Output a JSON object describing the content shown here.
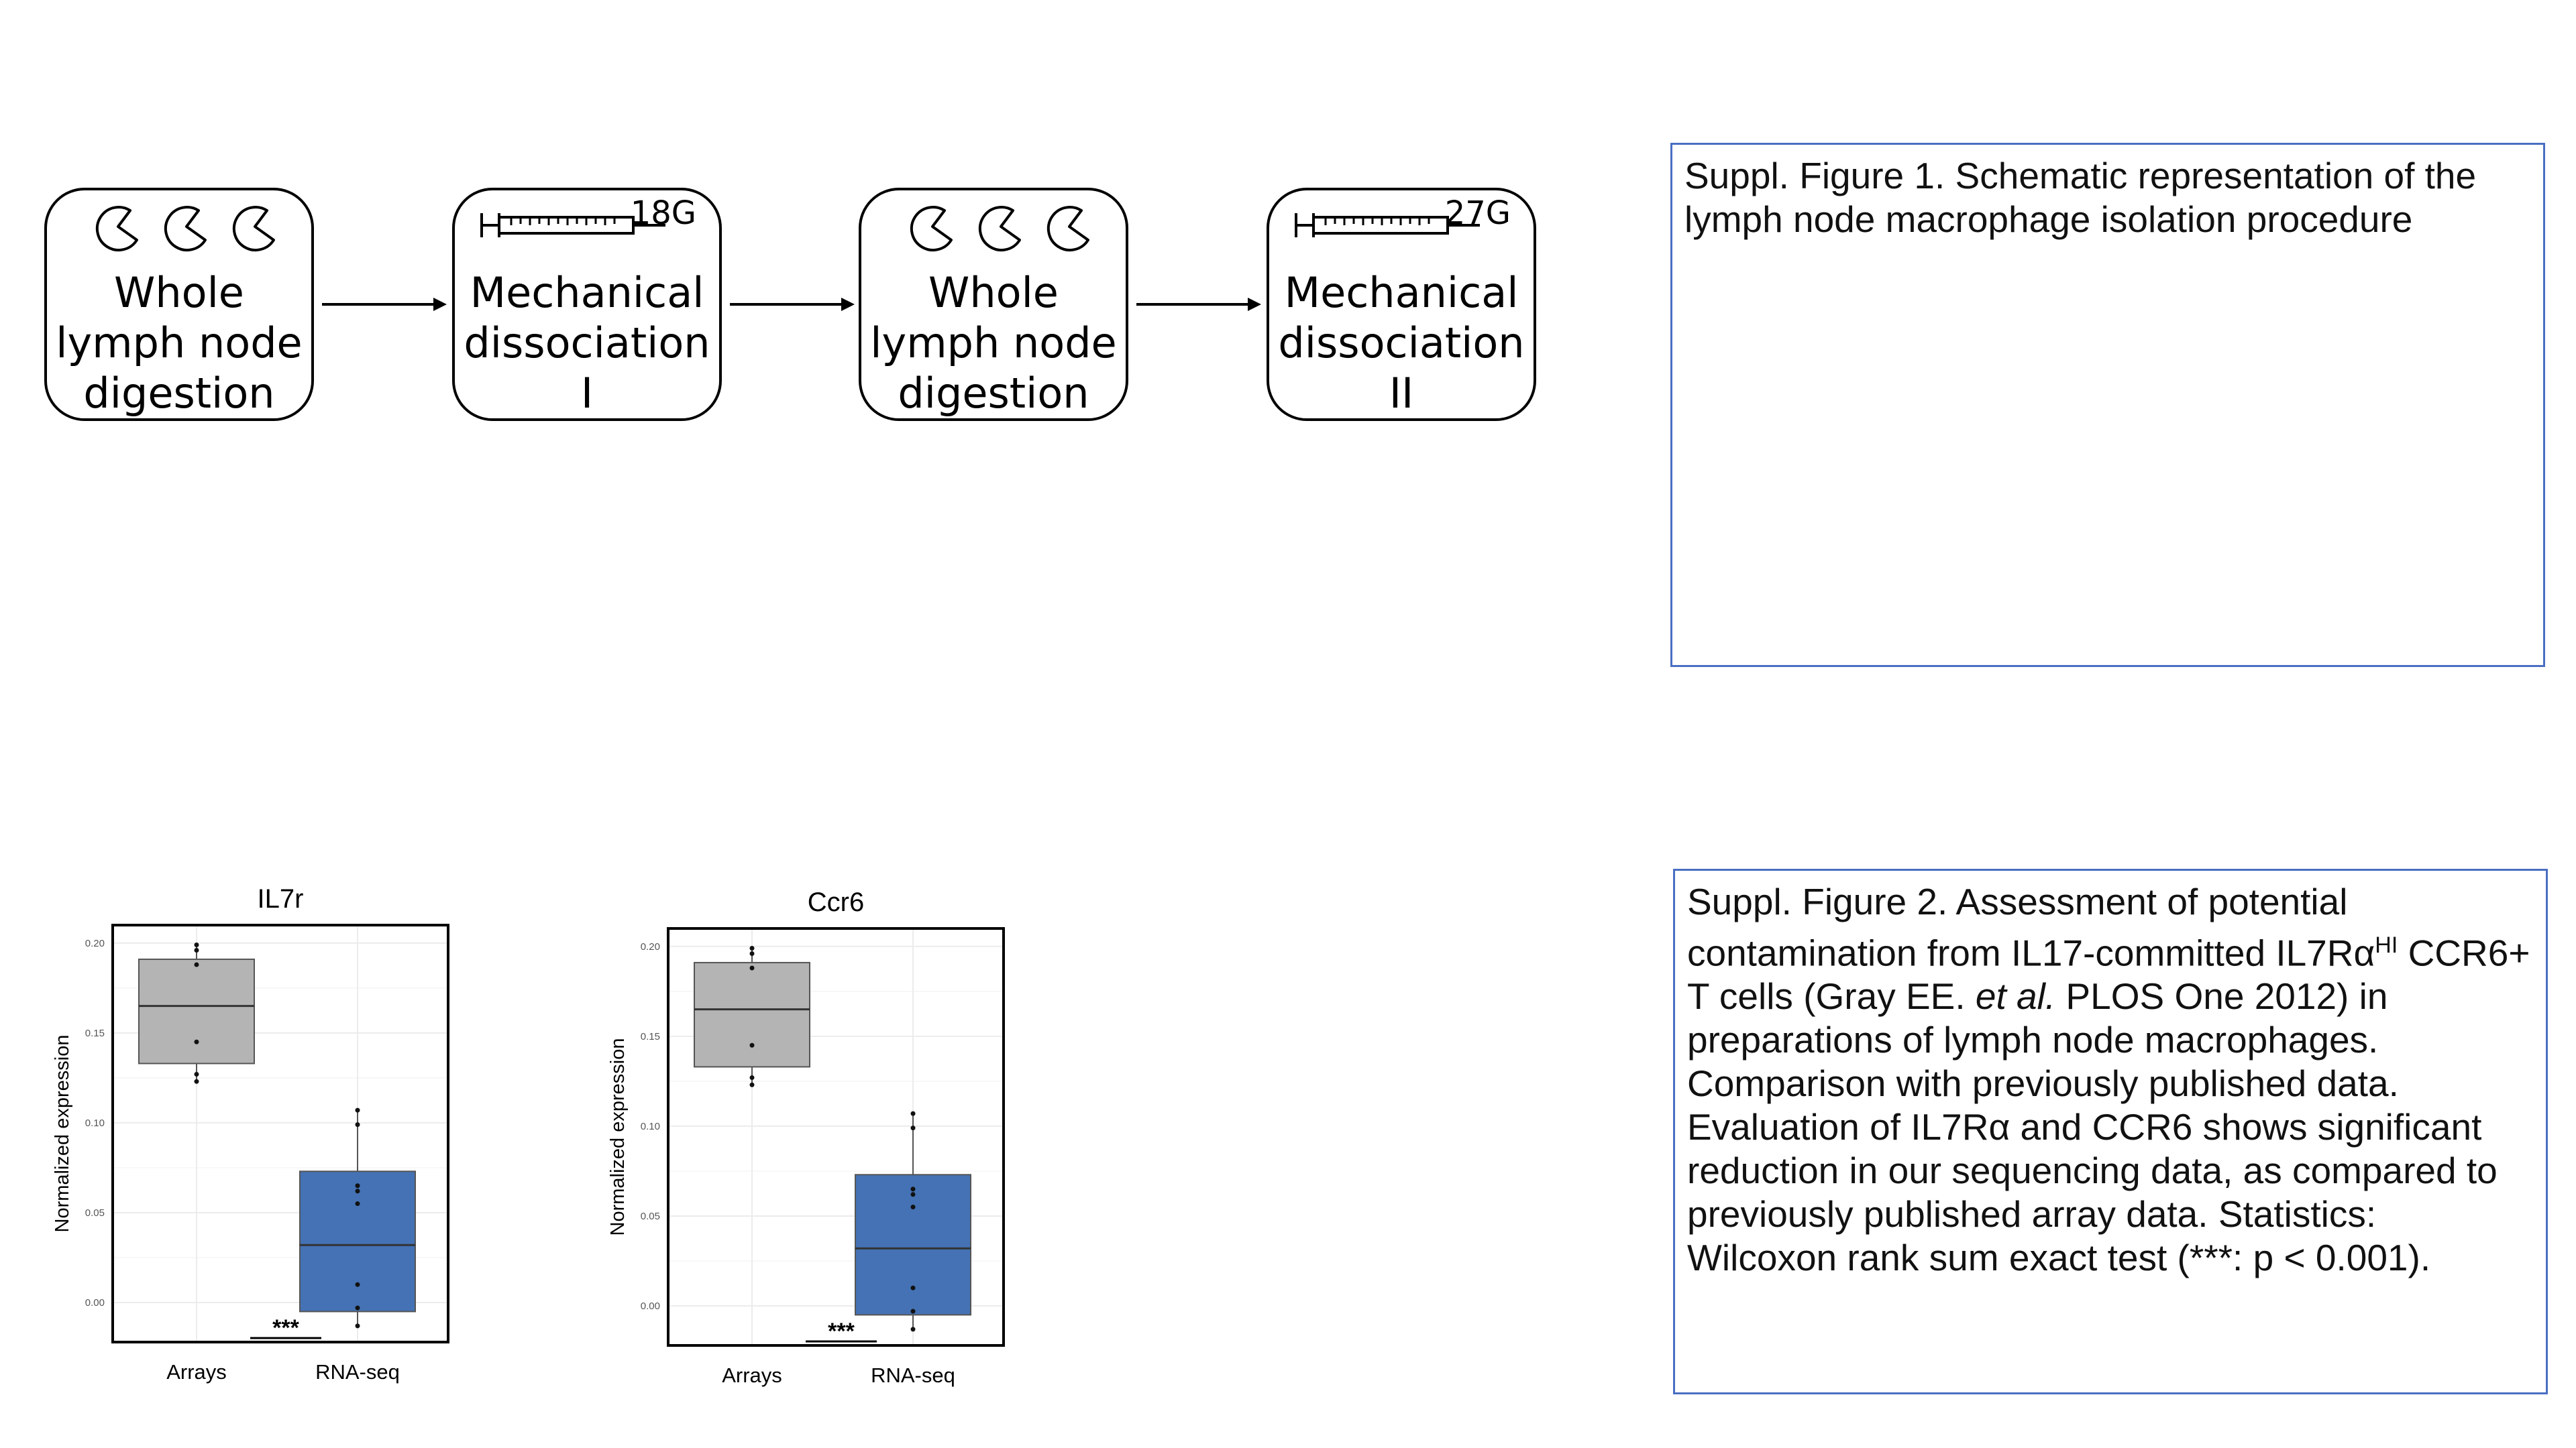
{
  "workflow": {
    "steps": [
      {
        "label": "Whole\nlymph node\ndigestion",
        "icon": "enzyme-icons"
      },
      {
        "label": "Mechanical\ndissociation\nI",
        "icon": "syringe-icon",
        "gauge": "18G"
      },
      {
        "label": "Whole\nlymph node\ndigestion",
        "icon": "enzyme-icons"
      },
      {
        "label": "Mechanical\ndissociation\nII",
        "icon": "syringe-icon",
        "gauge": "27G"
      }
    ]
  },
  "captions": {
    "fig1": "Suppl. Figure 1. Schematic representation of the lymph node macrophage isolation procedure",
    "fig2_a": "Suppl. Figure 2. Assessment of potential contamination from IL17-committed IL7Rα",
    "fig2_sup": "HI",
    "fig2_b": " CCR6+ T cells (Gray EE. ",
    "fig2_em": "et al.",
    "fig2_c": " PLOS One 2012) in preparations of lymph node macrophages. Comparison with previously published data. Evaluation of IL7Rα and CCR6 shows significant reduction in our sequencing data, as compared to previously published array data. Statistics: Wilcoxon rank sum exact test (***: p < 0.001)."
  },
  "chart_data": [
    {
      "type": "box",
      "title": "IL7r",
      "ylabel": "Normalized expression",
      "categories": [
        "Arrays",
        "RNA-seq"
      ],
      "yticks": [
        "0.00",
        "0.05",
        "0.10",
        "0.15",
        "0.20"
      ],
      "ylim": [
        -0.022,
        0.21
      ],
      "grid": true,
      "significance": "***",
      "colors": [
        "#b4b4b4",
        "#4472b4"
      ],
      "boxes": [
        {
          "q1": 0.133,
          "median": 0.165,
          "q3": 0.191,
          "whisker_low": 0.122,
          "whisker_high": 0.199,
          "points": [
            0.199,
            0.196,
            0.188,
            0.145,
            0.127,
            0.123
          ]
        },
        {
          "q1": -0.005,
          "median": 0.032,
          "q3": 0.073,
          "whisker_low": -0.014,
          "whisker_high": 0.107,
          "points": [
            0.107,
            0.099,
            0.065,
            0.062,
            0.055,
            0.01,
            -0.003,
            -0.013
          ]
        }
      ]
    },
    {
      "type": "box",
      "title": "Ccr6",
      "ylabel": "Normalized expression",
      "categories": [
        "Arrays",
        "RNA-seq"
      ],
      "yticks": [
        "0.00",
        "0.05",
        "0.10",
        "0.15",
        "0.20"
      ],
      "ylim": [
        -0.022,
        0.21
      ],
      "grid": true,
      "significance": "***",
      "colors": [
        "#b4b4b4",
        "#4472b4"
      ],
      "boxes": [
        {
          "q1": 0.133,
          "median": 0.165,
          "q3": 0.191,
          "whisker_low": 0.122,
          "whisker_high": 0.199,
          "points": [
            0.199,
            0.196,
            0.188,
            0.145,
            0.127,
            0.123
          ]
        },
        {
          "q1": -0.005,
          "median": 0.032,
          "q3": 0.073,
          "whisker_low": -0.014,
          "whisker_high": 0.107,
          "points": [
            0.107,
            0.099,
            0.065,
            0.062,
            0.055,
            0.01,
            -0.003,
            -0.013
          ]
        }
      ]
    }
  ]
}
